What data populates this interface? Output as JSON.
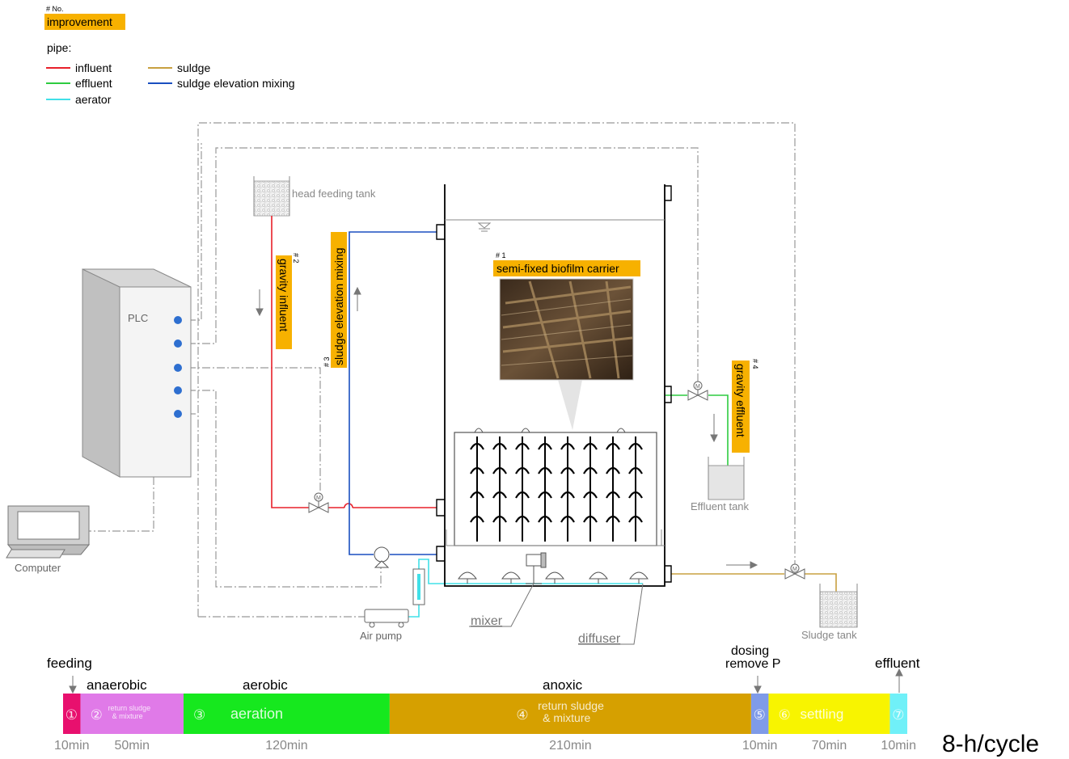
{
  "legend": {
    "no_label": "# No.",
    "improvement_label": "improvement",
    "pipe_title": "pipe:",
    "items": [
      {
        "label": "influent",
        "color": "#e8202a"
      },
      {
        "label": "effluent",
        "color": "#2ecc40"
      },
      {
        "label": "aerator",
        "color": "#40e0e8"
      },
      {
        "label": "suldge",
        "color": "#c8a040"
      },
      {
        "label": "suldge elevation mixing",
        "color": "#1a4fc0"
      }
    ]
  },
  "components": {
    "plc": "PLC",
    "computer": "Computer",
    "head_tank": "head feeding tank",
    "air_pump": "Air pump",
    "effluent_tank": "Effluent tank",
    "sludge_tank": "Sludge tank",
    "mixer": "mixer",
    "diffuser": "diffuser",
    "valve_symbol": "M"
  },
  "improvements": [
    {
      "no": "# 1",
      "label": "semi-fixed biofilm carrier"
    },
    {
      "no": "# 2",
      "label": "gravity influent"
    },
    {
      "no": "# 3",
      "label": "sludge elevation mixing"
    },
    {
      "no": "# 4",
      "label": "gravity effluent"
    }
  ],
  "timeline": {
    "above": {
      "feeding": "feeding",
      "anaerobic": "anaerobic",
      "aerobic": "aerobic",
      "anoxic": "anoxic",
      "dosing": "dosing",
      "remove_p": "remove P",
      "effluent": "effluent"
    },
    "segments": [
      {
        "num": "①",
        "text": "",
        "duration": "10min",
        "color": "#e8106e",
        "minutes": 10
      },
      {
        "num": "②",
        "text": "return sludge & mixture",
        "duration": "50min",
        "color": "#e07ae8",
        "minutes": 50
      },
      {
        "num": "③",
        "text": "aeration",
        "duration": "120min",
        "color": "#16e81e",
        "minutes": 120
      },
      {
        "num": "④",
        "text": "return sludge & mixture",
        "duration": "210min",
        "color": "#d6a000",
        "minutes": 210
      },
      {
        "num": "⑤",
        "text": "",
        "duration": "10min",
        "color": "#7f9be8",
        "minutes": 10
      },
      {
        "num": "⑥",
        "text": "settling",
        "duration": "70min",
        "color": "#f8f400",
        "minutes": 70
      },
      {
        "num": "⑦",
        "text": "",
        "duration": "10min",
        "color": "#70f0f8",
        "minutes": 10
      }
    ],
    "cycle": "8-h/cycle"
  }
}
